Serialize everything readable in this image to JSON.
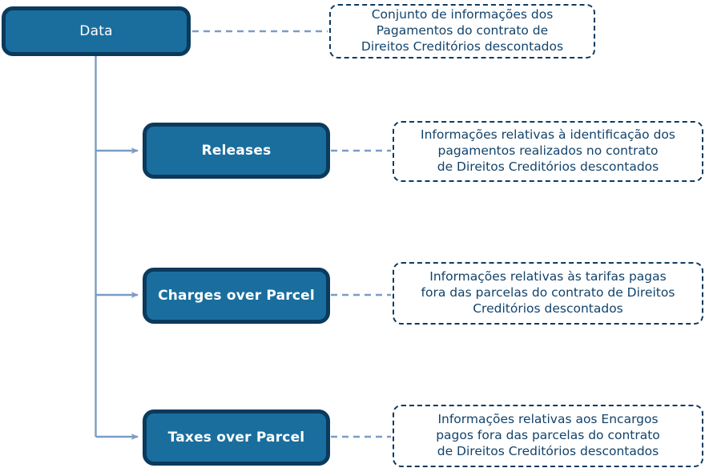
{
  "diagram": {
    "title": "Data structure diagram",
    "background_color": "#ffffff",
    "node_fill_color": "#1a6e9e",
    "node_border_color": "#0b3a5c",
    "note_border_color": "#0e3a5e",
    "note_text_color": "#12436b",
    "connector_color": "#7a9cc6",
    "nodes": [
      {
        "id": "data",
        "label": "Data"
      },
      {
        "id": "releases",
        "label": "Releases"
      },
      {
        "id": "charges",
        "label": "Charges over Parcel"
      },
      {
        "id": "taxes",
        "label": "Taxes over Parcel"
      }
    ],
    "notes": [
      {
        "id": "note-data",
        "for": "data",
        "text": "Conjunto de informações dos\nPagamentos do contrato de\nDireitos Creditórios descontados"
      },
      {
        "id": "note-releases",
        "for": "releases",
        "text": "Informações relativas à identificação dos\npagamentos realizados no contrato\nde Direitos Creditórios descontados"
      },
      {
        "id": "note-charges",
        "for": "charges",
        "text": "Informações relativas às tarifas pagas\nfora das parcelas do contrato de Direitos\nCreditórios descontados"
      },
      {
        "id": "note-taxes",
        "for": "taxes",
        "text": "Informações relativas aos Encargos\npagos fora das parcelas do contrato\nde Direitos Creditórios descontados"
      }
    ]
  }
}
